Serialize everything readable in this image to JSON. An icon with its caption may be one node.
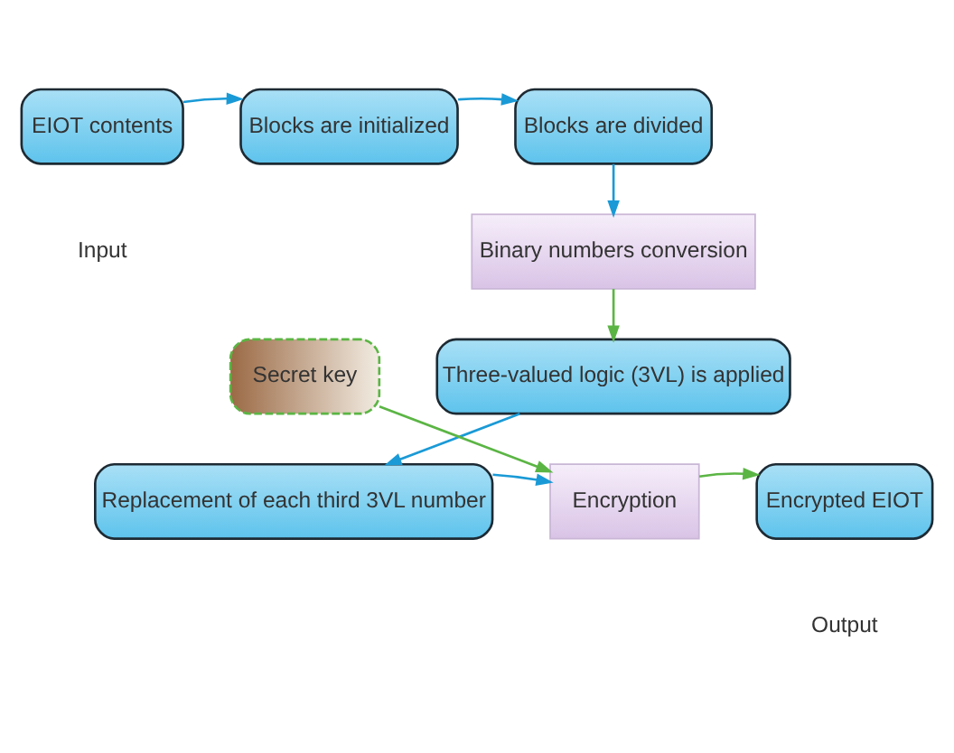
{
  "diagram": {
    "nodes": [
      {
        "text": [
          "EIOT contents"
        ],
        "beside": [
          "Input"
        ]
      },
      {
        "text": [
          "Blocks are initialized"
        ]
      },
      {
        "text": [
          "Blocks are divided"
        ]
      },
      {
        "text": [
          "Binary numbers conversion"
        ]
      },
      {
        "text": [
          "Three-valued logic (3VL) is applied"
        ]
      },
      {
        "text": [
          "Secret key"
        ]
      },
      {
        "text": [
          "Encrypted EIOT"
        ],
        "beside": [
          "Output"
        ]
      },
      {
        "text": [
          "Encryption"
        ]
      },
      {
        "text": [
          "Replacement of each third 3VL number"
        ]
      }
    ],
    "edges": [
      {
        "from": 0,
        "to": 1,
        "arrow": "to"
      },
      {
        "from": 1,
        "to": 2,
        "arrow": "to"
      },
      {
        "from": 2,
        "to": 3,
        "arrow": "to"
      },
      {
        "from": 3,
        "to": 4,
        "arrow": "to",
        "color": "#5bb544"
      },
      {
        "from": 4,
        "to": 8,
        "arrow": "to"
      },
      {
        "from": 8,
        "to": 7,
        "arrow": "to"
      },
      {
        "from": 5,
        "to": 7,
        "arrow": "to",
        "color": "#5bb544"
      },
      {
        "from": 7,
        "to": 6,
        "arrow": "to",
        "color": "#5bb544"
      }
    ]
  }
}
